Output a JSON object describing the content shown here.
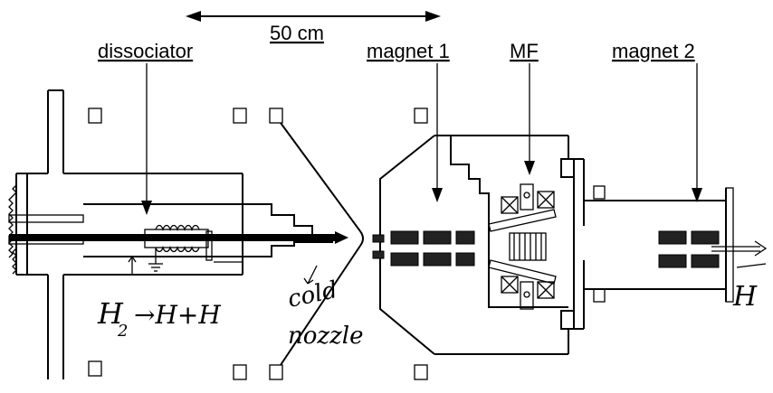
{
  "labels": {
    "scale": "50 cm",
    "dissociator": "dissociator",
    "magnet1": "magnet 1",
    "mf": "MF",
    "magnet2": "magnet 2"
  },
  "handwritten": {
    "reaction_h2": "H",
    "reaction_sub": "2",
    "reaction_rest": "→H+H",
    "nozzle_line1": "cold",
    "nozzle_line2": "nozzle",
    "beam_out": "H"
  },
  "colors": {
    "ink": "#000000",
    "background": "#ffffff"
  }
}
